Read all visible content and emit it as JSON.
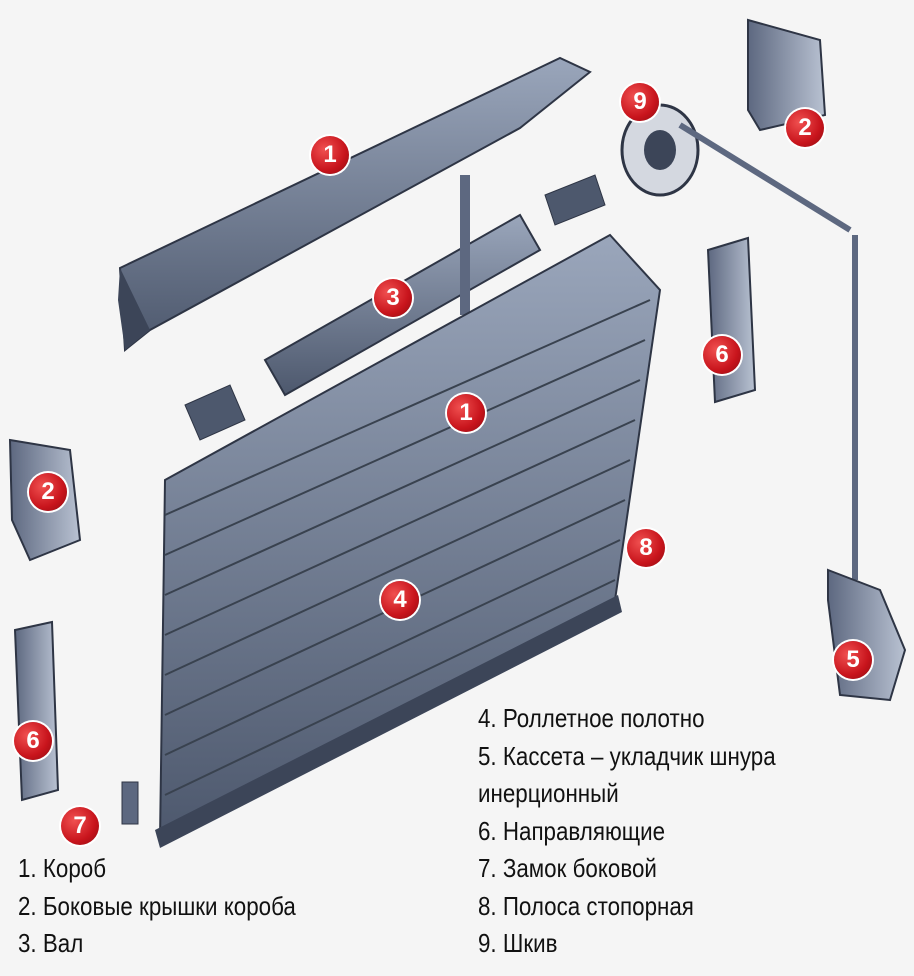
{
  "markers": [
    "1",
    "9",
    "2",
    "3",
    "1",
    "6",
    "2",
    "8",
    "4",
    "5",
    "6",
    "7"
  ],
  "legend_left": [
    "1. Короб",
    "2. Боковые крышки короба",
    "3. Вал"
  ],
  "legend_right": [
    "4. Роллетное полотно",
    "5. Кассета – укладчик шнура",
    "инерционный",
    "6. Направляющие",
    "7. Замок боковой",
    "8. Полоса стопорная",
    "9. Шкив"
  ],
  "colors": {
    "part": "#6d7a92",
    "part_dark": "#3c4558",
    "marker": "#c8141c"
  }
}
